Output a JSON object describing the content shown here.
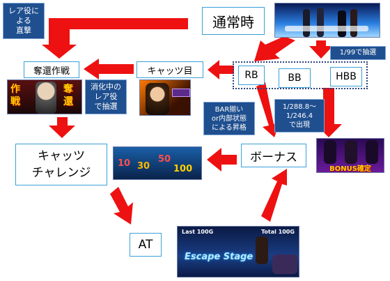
{
  "nodes": {
    "normal": "通常時",
    "rb": "RB",
    "bb": "BB",
    "hbb": "HBB",
    "cats_eye": "キャッツ目",
    "dakkan": "奪還作戦",
    "cats_challenge": "キャッツ\nチャレンジ",
    "bonus": "ボーナス",
    "at": "AT"
  },
  "notes": {
    "rare_direct": "レア役に\nよる\n直撃",
    "rare_draw": "消化中の\nレア役\nで抽選",
    "bar_promo": "BAR揃い\nor内部状態\nによる昇格",
    "bonus_odds": "1/288.8～\n1/246.4\nで出現",
    "draw_1_99": "1/99で抽選"
  },
  "images": {
    "dakkan_left": "作戦",
    "dakkan_right": "奪還",
    "cats_nums": [
      "10",
      "30",
      "50",
      "100"
    ],
    "bonus_banner": "BONUS確定",
    "escape_last": "Last 100G",
    "escape_total": "Total 100G",
    "escape_title": "Escape Stage"
  }
}
